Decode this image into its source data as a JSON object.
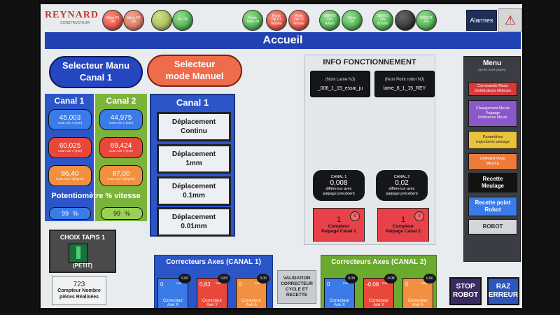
{
  "header": {
    "brand": "REYNARD",
    "brand_sub": "CONSTRUCTEUR",
    "alarm_label": "Alarmes"
  },
  "status_lights": [
    {
      "label": "Sécu P1\nOK",
      "color": "red"
    },
    {
      "label": "Sécu P2\nOK",
      "color": "salmon"
    },
    {
      "label": "",
      "color": "olive"
    },
    {
      "label": "Air OK",
      "color": "green"
    },
    {
      "label": "Porte\nTapis ok",
      "color": "green"
    },
    {
      "label": "Porte\nOp P1\nfermée",
      "color": "red"
    },
    {
      "label": "Porte\nOp P2\nfermée",
      "color": "red"
    },
    {
      "label": "SERVO\nON\nAXES",
      "color": "green"
    },
    {
      "label": "Drive\nOk",
      "color": "green"
    },
    {
      "label": "SERVO\nON\nbroche",
      "color": "green"
    },
    {
      "label": "",
      "color": "dark"
    },
    {
      "label": "ROBOT\nOk",
      "color": "green"
    }
  ],
  "page_title": "Accueil",
  "selectors": {
    "manual_channel": "Selecteur Manu\nCanal 1",
    "manual_mode": "Selecteur\nmode Manuel"
  },
  "canal1": {
    "title": "Canal 1",
    "x_value": "45,003",
    "x_label": "Cote Axe X (mm)",
    "y_value": "60,025",
    "y_label": "Cote Axe Y (mm)",
    "a_value": "86,40",
    "a_label": "Cote Axe A (degrés)",
    "pot_value": "99",
    "pot_unit": "%"
  },
  "canal2": {
    "title": "Canal 2",
    "x_value": "44,975",
    "x_label": "Cote Axe X (mm)",
    "y_value": "69,424",
    "y_label": "Cote Axe Y (mm)",
    "a_value": "87,00",
    "a_label": "Cote Axe A (degrés)",
    "pot_value": "99",
    "pot_unit": "%"
  },
  "potentiometer_label": "Potentiomètre % vitesse",
  "deplacement": {
    "title": "Canal 1",
    "buttons": [
      "Déplacement\nContinu",
      "Déplacement\n1mm",
      "Déplacement\n0.1mm",
      "Déplacement\n0.01mm"
    ]
  },
  "info": {
    "title": "INFO FONCTIONNEMENT",
    "lame_header": "(Nom Lame NJ)",
    "lame_value": "_006_1_15_essai_ju",
    "robot_header": "(Nom Point robot NJ)",
    "robot_value": "lame_6_1_15_REY",
    "canal1_header": "CANAL 1",
    "canal1_value": "0,008",
    "canal1_sub": "différence avec\npalpage précédent",
    "canal2_header": "CANAL 2",
    "canal2_value": "0,02",
    "canal2_sub": "différence avec\npalpage précédent",
    "counter1_value": "1",
    "counter1_label": "Compteur\nPalpage Canal 1",
    "counter2_value": "1",
    "counter2_label": "Compteur\nPalpage Canal 2",
    "dot": "0"
  },
  "menu": {
    "title": "Menu",
    "subtitle": "(accès autre pages)",
    "items": [
      {
        "label": "Commande Manu\nDistributeurs Moteurs",
        "bg": "#d83a3a",
        "fg": "#ffffff"
      },
      {
        "label": "Changement Meule\nPalpage\nRéférence Meule",
        "bg": "#8a58c8",
        "fg": "#ffffff"
      },
      {
        "label": "Paramètres\ntrajectoires usinage",
        "bg": "#e8c23a",
        "fg": "#222222"
      },
      {
        "label": "DIAMANTAGE\nMEULE",
        "bg": "#ee7a3a",
        "fg": "#ffffff"
      },
      {
        "label": "Recette\nMeulage",
        "bg": "#121212",
        "fg": "#ffffff"
      },
      {
        "label": "Recette point\nRobot",
        "bg": "#3a7be8",
        "fg": "#ffffff"
      },
      {
        "label": "ROBOT",
        "bg": "#d3d5d9",
        "fg": "#333333"
      }
    ]
  },
  "choix": {
    "title": "CHOIX TAPIS 1",
    "bottom": "(PETIT)"
  },
  "pieces": {
    "value": "723",
    "label": "Compteur Nombre\npièces Réalisées"
  },
  "corr1": {
    "title": "Correcteurs Axes (CANAL 1)",
    "axes": [
      {
        "value": "0",
        "unit": "mm",
        "label": "Correcteur\nAxe X",
        "dot": "0.00",
        "bg": "#3a7be8"
      },
      {
        "value": "0,83",
        "unit": "mm",
        "label": "Correcteur\nAxe Y",
        "dot": "0.83",
        "bg": "#e8483a"
      },
      {
        "value": "0",
        "unit": "mm",
        "label": "Correcteur\nAxe A",
        "dot": "0.00",
        "bg": "#f09040"
      }
    ]
  },
  "validation": "VALIDATION\nCORRECTEUR\nCYCLE ET\nRECETTE",
  "corr2": {
    "title": "Correcteurs Axes (CANAL 2)",
    "axes": [
      {
        "value": "0",
        "unit": "mm",
        "label": "Correcteur\nAxe X",
        "dot": "0.00",
        "bg": "#3a7be8"
      },
      {
        "value": "-0,08",
        "unit": "mm",
        "label": "Correcteur\nAxe Y",
        "dot": "-0.08",
        "bg": "#e8483a"
      },
      {
        "value": "0",
        "unit": "mm",
        "label": "Correcteur\nAxe A",
        "dot": "0.00",
        "bg": "#f09040"
      }
    ]
  },
  "stop_robot": "STOP\nROBOT",
  "raz_erreur": "RAZ\nERREUR"
}
